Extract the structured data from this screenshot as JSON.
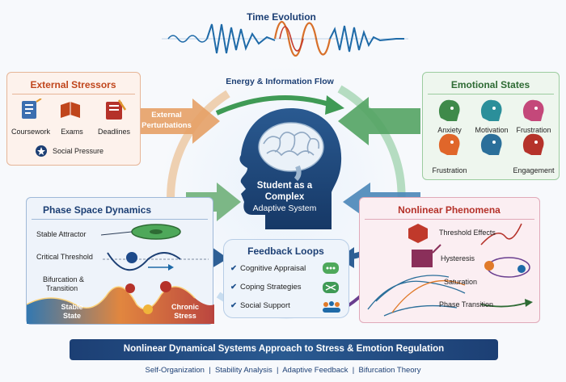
{
  "header": {
    "time_evolution": "Time Evolution",
    "energy_flow": "Energy & Information Flow"
  },
  "center": {
    "line1": "Student as a",
    "line2": "Complex",
    "line3": "Adaptive System"
  },
  "external_perturbations": {
    "line1": "External",
    "line2": "Perturbations"
  },
  "external_stressors": {
    "title": "External Stressors",
    "items": [
      "Coursework",
      "Exams",
      "Deadlines"
    ],
    "social": "Social Pressure"
  },
  "emotional_states": {
    "title": "Emotional States",
    "items": [
      "Anxiety",
      "Motivation",
      "Frustration",
      "Frustration",
      "Engagement"
    ]
  },
  "phase_space": {
    "title": "Phase Space Dynamics",
    "labels": [
      "Stable Attractor",
      "Critical Threshold",
      "Bifurcation &",
      "Transition"
    ],
    "stable_state": [
      "Stable",
      "State"
    ],
    "chronic_stress": [
      "Chronic",
      "Stress"
    ]
  },
  "feedback": {
    "title": "Feedback Loops",
    "items": [
      "Cognitive Appraisal",
      "Coping Strategies",
      "Social Support"
    ]
  },
  "nonlinear": {
    "title": "Nonlinear Phenomena",
    "items": [
      "Threshold Effects",
      "Hysteresis",
      "Saturation",
      "Phase Transition"
    ]
  },
  "footer": {
    "title": "Nonlinear Dynamical Systems Approach to Stress & Emotion Regulation",
    "subtitle": "Self-Organization  |  Stability Analysis  |  Adaptive Feedback  |  Bifurcation Theory"
  },
  "colors": {
    "navy": "#1c3f74",
    "orange_title": "#c0461c",
    "green_title": "#2e6b34",
    "red_title": "#b5322a",
    "stressors_bg": "#fdf2ec",
    "emotions_bg": "#eef6ee",
    "phase_bg": "#eef3fa",
    "nonlinear_bg": "#fbeef2"
  }
}
